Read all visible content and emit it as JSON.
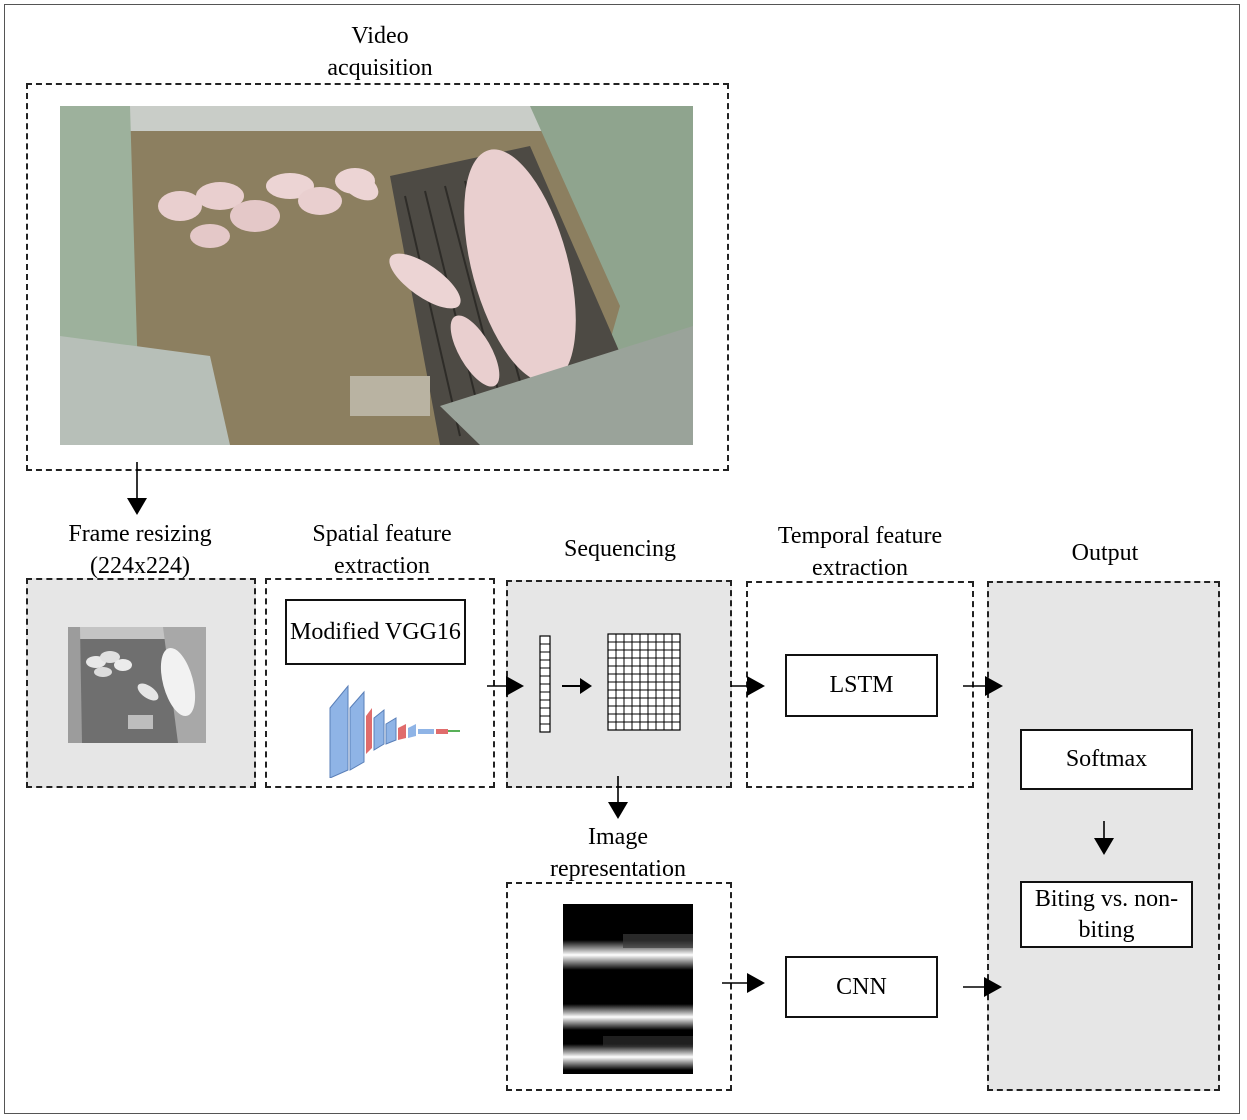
{
  "stages": {
    "video_acquisition": "Video acquisition",
    "frame_resizing": "Frame resizing (224x224)",
    "spatial_feature_extraction": "Spatial feature extraction",
    "sequencing": "Sequencing",
    "temporal_feature_extraction": "Temporal feature extraction",
    "output": "Output",
    "image_representation": "Image representation"
  },
  "blocks": {
    "modified_vgg16": "Modified VGG16",
    "lstm": "LSTM",
    "cnn": "CNN",
    "softmax": "Softmax",
    "result": "Biting vs. non-biting"
  },
  "colors": {
    "panel_grey": "#e6e6e6",
    "pen_wall": "#8fa48e",
    "floor": "#8c7f60",
    "pig_pink": "#e9cfcf",
    "vgg_blue": "#8fb4e6",
    "vgg_red": "#e06c6c"
  }
}
